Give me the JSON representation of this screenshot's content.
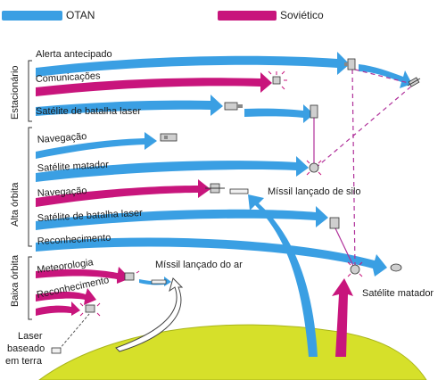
{
  "legend": {
    "nato_label": "OTAN",
    "soviet_label": "Soviético",
    "nato_color": "#3a9fe3",
    "soviet_color": "#c8157c"
  },
  "groups": {
    "stationary": "Estacionário",
    "high_orbit": "Alta órbita",
    "low_orbit": "Baixa órbita"
  },
  "orbits": {
    "early_warning": "Alerta antecipado",
    "communications": "Comunicações",
    "laser_battle_sat_1": "Satélite de batalha laser",
    "navigation_1": "Navegação",
    "killer_sat_1": "Satélite matador",
    "navigation_2": "Navegação",
    "laser_battle_sat_2": "Satélite de batalha laser",
    "reconnaissance_1": "Reconhecimento",
    "meteorology": "Meteorologia",
    "reconnaissance_2": "Reconhecimento"
  },
  "annotations": {
    "silo_missile": "Míssil lançado de silo",
    "air_missile": "Míssil lançado do ar",
    "killer_sat_2": "Satélite matador",
    "ground_laser_line1": "Laser",
    "ground_laser_line2": "baseado",
    "ground_laser_line3": "em terra"
  },
  "colors": {
    "earth": "#d6e02a",
    "dashed_link": "#b0309a"
  }
}
